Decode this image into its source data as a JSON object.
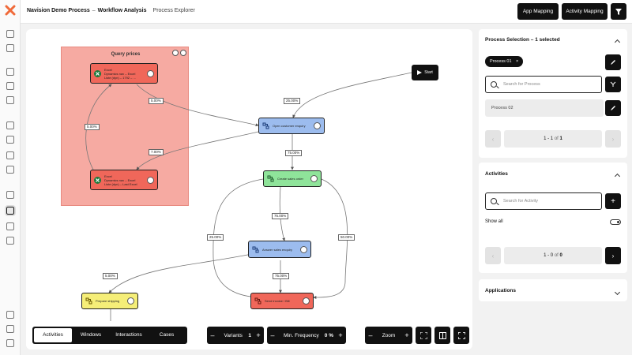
{
  "breadcrumb": {
    "project": "Navision Demo Process",
    "separator": "–",
    "section": "Workflow Analysis",
    "page": "Process Explorer"
  },
  "toolbar": {
    "app_mapping": "App Mapping",
    "activity_mapping": "Activity Mapping",
    "filter_icon": "filter-icon"
  },
  "canvas": {
    "group_title": "Query prices",
    "start_label": "Start",
    "nodes": {
      "query_top": [
        "Excel",
        "Dynamics nav – Excel",
        "Liste (dyn) – 1792 – …"
      ],
      "query_bottom": [
        "Excel",
        "Dynamics nav – Excel",
        "Liste (dyn) – Last Excel"
      ],
      "open_customer": "Open customer enquiry",
      "create_sales": "Create sales order",
      "answer_sales": "Answer sales enquiry",
      "prepare_shipping": "Prepare shipping",
      "send_invoice": "Send invoice / Bill"
    },
    "edge_labels": {
      "e_start_open": "25.00%",
      "e_query_open": "5.00%",
      "e_loop_left": "5.00%",
      "e_open_query": "7.00%",
      "e_open_create": "75.00%",
      "e_create_answer": "75.00%",
      "e_left_loop": "25.00%",
      "e_right_loop": "50.00%",
      "e_answer_ship": "5.00%",
      "e_answer_invoice": "75.00%"
    }
  },
  "bottom": {
    "tabs": [
      "Activities",
      "Windows",
      "Interactions",
      "Cases"
    ],
    "active_tab": "Activities",
    "variants_label": "Variants",
    "variants_value": "1",
    "minfreq_label": "Min. Frequency",
    "minfreq_value": "0 %",
    "zoom_label": "Zoom",
    "minus": "–",
    "plus": "+"
  },
  "panel": {
    "process_selection": {
      "title": "Process Selection – 1 selected",
      "chip": "Process 01",
      "search_placeholder": "Search for Process",
      "list": [
        "Process 02"
      ],
      "pager": {
        "current": "1 - 1",
        "of": "of",
        "total": "1"
      }
    },
    "activities": {
      "title": "Activities",
      "search_placeholder": "Search for Activity",
      "show_all": "Show all",
      "pager": {
        "current": "1 - 0",
        "of": "of",
        "total": "0"
      }
    },
    "applications": {
      "title": "Applications"
    }
  },
  "colors": {
    "accent": "#111111",
    "group_fill": "#f6aaa2",
    "node_red": "#f0675a",
    "node_blue": "#9cbcee",
    "node_green": "#8fe49a",
    "node_yellow": "#f5ee78",
    "brand_orange": "#f06a3a"
  }
}
